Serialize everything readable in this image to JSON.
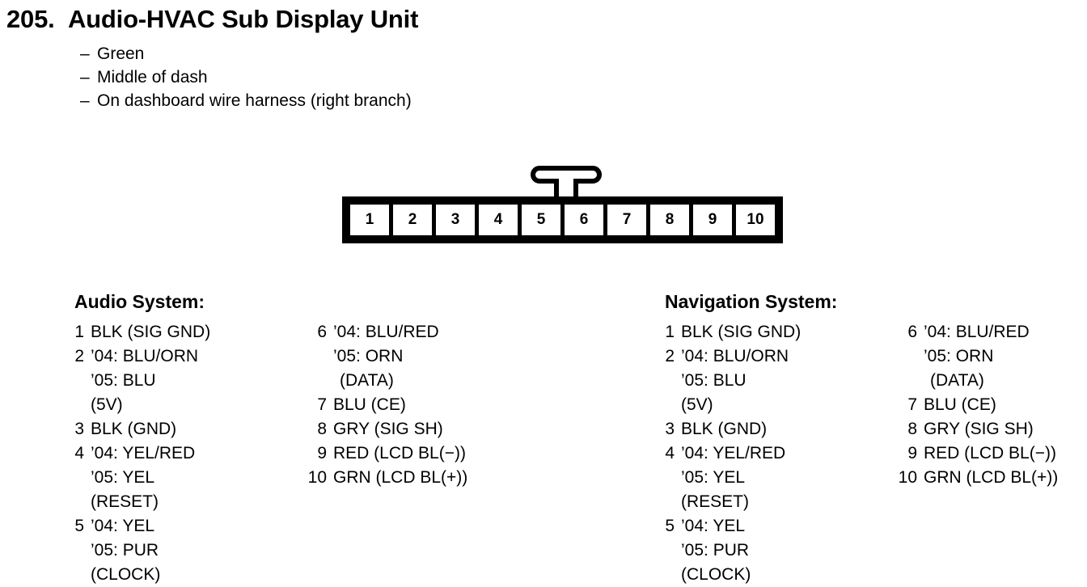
{
  "title": {
    "number": "205.",
    "name": "Audio-HVAC Sub Display Unit"
  },
  "notes": [
    {
      "dash": "–",
      "text": "Green"
    },
    {
      "dash": "–",
      "text": "Middle of dash"
    },
    {
      "dash": "–",
      "text": "On dashboard wire harness (right branch)"
    }
  ],
  "connector": {
    "pin_count": 10,
    "pins": [
      "1",
      "2",
      "3",
      "4",
      "5",
      "6",
      "7",
      "8",
      "9",
      "10"
    ],
    "tab_between_pins": "5-6"
  },
  "systems": [
    {
      "heading": "Audio System:",
      "column_a": [
        {
          "num": "1",
          "lines": [
            {
              "text": "BLK (SIG GND)",
              "indent": false
            }
          ]
        },
        {
          "num": "2",
          "lines": [
            {
              "text": "’04: BLU/ORN",
              "indent": false
            },
            {
              "text": "’05: BLU",
              "indent": false
            },
            {
              "text": "(5V)",
              "indent": false
            }
          ]
        },
        {
          "num": "3",
          "lines": [
            {
              "text": "BLK (GND)",
              "indent": false
            }
          ]
        },
        {
          "num": "4",
          "lines": [
            {
              "text": "’04: YEL/RED",
              "indent": false
            },
            {
              "text": "’05: YEL",
              "indent": false
            },
            {
              "text": "(RESET)",
              "indent": false
            }
          ]
        },
        {
          "num": "5",
          "lines": [
            {
              "text": "’04: YEL",
              "indent": false
            },
            {
              "text": "’05: PUR",
              "indent": false
            },
            {
              "text": "(CLOCK)",
              "indent": false
            }
          ]
        }
      ],
      "column_b": [
        {
          "num": "6",
          "lines": [
            {
              "text": "’04: BLU/RED",
              "indent": false
            },
            {
              "text": "’05: ORN",
              "indent": false
            },
            {
              "text": "(DATA)",
              "indent": true
            }
          ]
        },
        {
          "num": "7",
          "lines": [
            {
              "text": "BLU (CE)",
              "indent": false
            }
          ]
        },
        {
          "num": "8",
          "lines": [
            {
              "text": "GRY (SIG SH)",
              "indent": false
            }
          ]
        },
        {
          "num": "9",
          "lines": [
            {
              "text": "RED (LCD BL(−))",
              "indent": false
            }
          ]
        },
        {
          "num": "10",
          "lines": [
            {
              "text": "GRN (LCD BL(+))",
              "indent": false
            }
          ]
        }
      ]
    },
    {
      "heading": "Navigation System:",
      "column_a": [
        {
          "num": "1",
          "lines": [
            {
              "text": "BLK (SIG GND)",
              "indent": false
            }
          ]
        },
        {
          "num": "2",
          "lines": [
            {
              "text": "’04: BLU/ORN",
              "indent": false
            },
            {
              "text": "’05: BLU",
              "indent": false
            },
            {
              "text": "(5V)",
              "indent": false
            }
          ]
        },
        {
          "num": "3",
          "lines": [
            {
              "text": "BLK (GND)",
              "indent": false
            }
          ]
        },
        {
          "num": "4",
          "lines": [
            {
              "text": "’04: YEL/RED",
              "indent": false
            },
            {
              "text": "’05: YEL",
              "indent": false
            },
            {
              "text": "(RESET)",
              "indent": false
            }
          ]
        },
        {
          "num": "5",
          "lines": [
            {
              "text": "’04: YEL",
              "indent": false
            },
            {
              "text": "’05: PUR",
              "indent": false
            },
            {
              "text": "(CLOCK)",
              "indent": false
            }
          ]
        }
      ],
      "column_b": [
        {
          "num": "6",
          "lines": [
            {
              "text": "’04: BLU/RED",
              "indent": false
            },
            {
              "text": "’05: ORN",
              "indent": false
            },
            {
              "text": "(DATA)",
              "indent": true
            }
          ]
        },
        {
          "num": "7",
          "lines": [
            {
              "text": "BLU (CE)",
              "indent": false
            }
          ]
        },
        {
          "num": "8",
          "lines": [
            {
              "text": "GRY (SIG SH)",
              "indent": false
            }
          ]
        },
        {
          "num": "9",
          "lines": [
            {
              "text": "RED (LCD BL(−))",
              "indent": false
            }
          ]
        },
        {
          "num": "10",
          "lines": [
            {
              "text": "GRN (LCD BL(+))",
              "indent": false
            }
          ]
        }
      ]
    }
  ],
  "colors": {
    "ink": "#000000",
    "paper": "#ffffff"
  }
}
